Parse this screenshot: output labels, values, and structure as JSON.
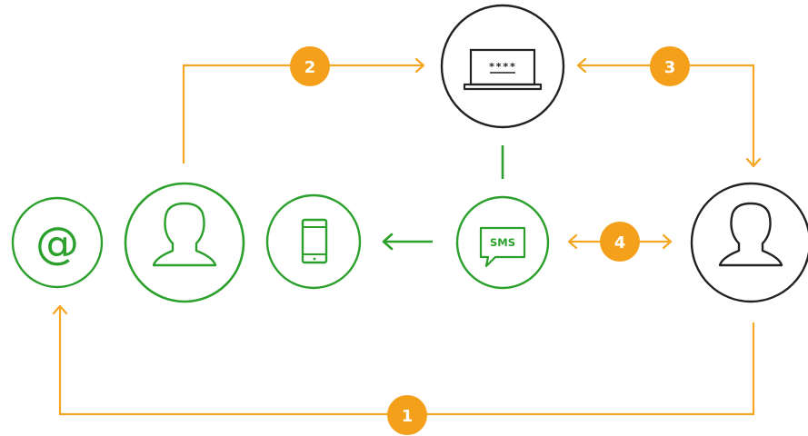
{
  "colors": {
    "orange": "#f5a623",
    "green": "#2ca02c",
    "dark": "#222222",
    "badge": "#f5a01a"
  },
  "nodes": {
    "email": {
      "icon": "at-sign-icon",
      "symbol": "@"
    },
    "user_green": {
      "icon": "user-icon"
    },
    "phone": {
      "icon": "smartphone-icon"
    },
    "sms": {
      "icon": "sms-bubble-icon",
      "label": "SMS"
    },
    "laptop": {
      "icon": "laptop-icon",
      "screen_text": "****"
    },
    "user_black": {
      "icon": "user-icon"
    }
  },
  "steps": [
    {
      "number": "1"
    },
    {
      "number": "2"
    },
    {
      "number": "3"
    },
    {
      "number": "4"
    }
  ]
}
